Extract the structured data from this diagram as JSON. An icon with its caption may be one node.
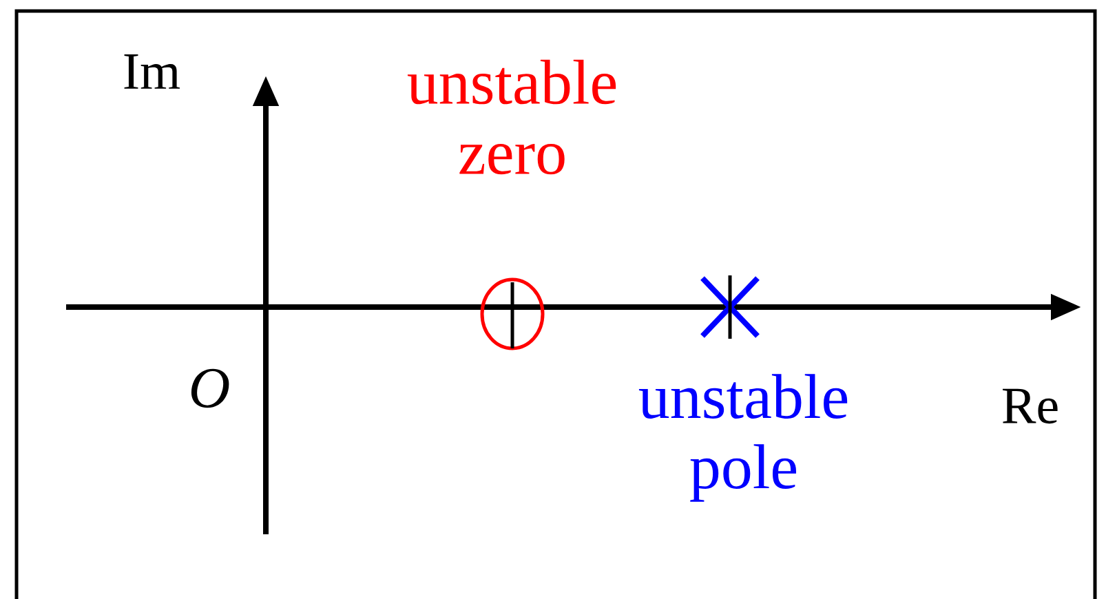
{
  "diagram": {
    "labels": [
      "Im",
      "unstable zero",
      "O",
      "unstable pole",
      "Re"
    ]
  }
}
